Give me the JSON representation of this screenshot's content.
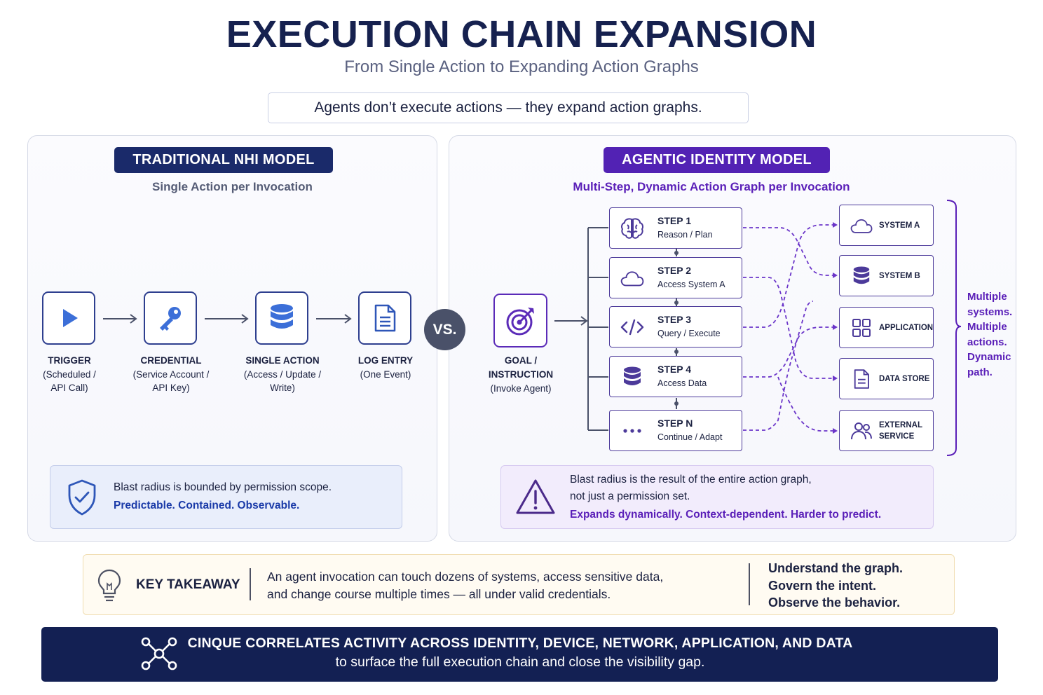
{
  "header": {
    "title": "EXECUTION CHAIN EXPANSION",
    "subtitle": "From Single Action to Expanding Action Graphs",
    "tagline": "Agents don’t execute actions — they expand action graphs."
  },
  "traditional": {
    "pill": "TRADITIONAL NHI MODEL",
    "subtitle": "Single Action per Invocation",
    "flow": [
      {
        "icon": "play-icon",
        "title": "TRIGGER",
        "line1": "(Scheduled /",
        "line2": "API Call)"
      },
      {
        "icon": "key-icon",
        "title": "CREDENTIAL",
        "line1": "(Service Account /",
        "line2": "API Key)"
      },
      {
        "icon": "database-icon",
        "title": "SINGLE ACTION",
        "line1": "(Access / Update /",
        "line2": "Write)"
      },
      {
        "icon": "document-icon",
        "title": "LOG ENTRY",
        "line1": "(One Event)",
        "line2": ""
      }
    ],
    "info": {
      "line1": "Blast radius is bounded by permission scope.",
      "line2": "Predictable. Contained. Observable."
    }
  },
  "vs": "VS.",
  "agentic": {
    "pill": "AGENTIC IDENTITY MODEL",
    "subtitle": "Multi-Step, Dynamic Action Graph per Invocation",
    "goal": {
      "line1": "GOAL /",
      "line2": "INSTRUCTION",
      "line3": "(Invoke Agent)"
    },
    "steps": [
      {
        "title": "STEP 1",
        "desc": "Reason / Plan",
        "icon": "brain-icon"
      },
      {
        "title": "STEP 2",
        "desc": "Access System A",
        "icon": "cloud-icon"
      },
      {
        "title": "STEP 3",
        "desc": "Query / Execute",
        "icon": "code-icon"
      },
      {
        "title": "STEP 4",
        "desc": "Access Data",
        "icon": "database-icon"
      },
      {
        "title": "STEP N",
        "desc": "Continue / Adapt",
        "icon": "ellipsis-icon"
      }
    ],
    "systems": [
      {
        "line1": "SYSTEM A",
        "line2": "",
        "icon": "cloud-icon"
      },
      {
        "line1": "SYSTEM B",
        "line2": "",
        "icon": "database-icon"
      },
      {
        "line1": "APPLICATION",
        "line2": "",
        "icon": "grid-icon"
      },
      {
        "line1": "DATA STORE",
        "line2": "",
        "icon": "document-icon"
      },
      {
        "line1": "EXTERNAL",
        "line2": "SERVICE",
        "icon": "users-icon"
      }
    ],
    "bracket_text": {
      "l1": "Multiple",
      "l2": "systems.",
      "l3": "Multiple",
      "l4": "actions.",
      "l5": "Dynamic",
      "l6": "path."
    },
    "info": {
      "line1": "Blast radius is the result of the entire action graph,",
      "line2": "not just a permission set.",
      "line3": "Expands dynamically. Context-dependent. Harder to predict."
    }
  },
  "takeaway": {
    "title": "KEY TAKEAWAY",
    "text1": "An agent invocation can touch dozens of systems, access sensitive data,",
    "text2": "and change course multiple times — all under valid credentials.",
    "right1": "Understand the graph.",
    "right2": "Govern the intent.",
    "right3": "Observe the behavior."
  },
  "footer": {
    "line1": "CINQUE CORRELATES ACTIVITY ACROSS IDENTITY, DEVICE, NETWORK, APPLICATION, AND DATA",
    "line2": "to surface the full execution chain and close the visibility gap."
  },
  "colors": {
    "navy": "#1a2a6a",
    "purple": "#5222b4",
    "accent_blue": "#1a3aa8",
    "footer_bg": "#132053"
  }
}
